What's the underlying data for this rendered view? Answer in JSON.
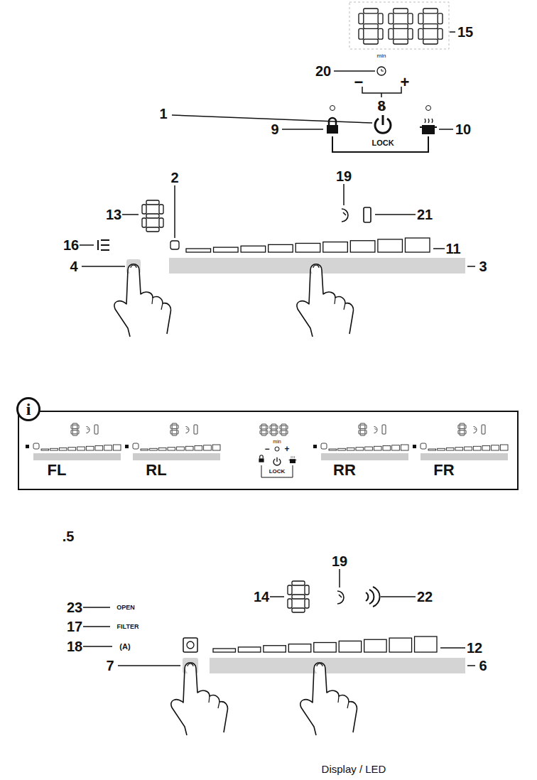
{
  "diagram": {
    "nodes": [
      {
        "text": [
          "i",
          "min",
          "−",
          "+",
          "LOCK",
          "FL",
          "RL",
          "RR",
          "FR"
        ]
      }
    ],
    "labels": [
      "15",
      "min",
      "20",
      "−",
      "+",
      "8",
      "1",
      "9",
      "LOCK",
      "10",
      "19",
      "2",
      "13",
      "21",
      "16",
      "11",
      "4",
      "3",
      ".5",
      "19",
      "14",
      "22",
      "23",
      "OPEN",
      "17",
      "FILTER",
      "18",
      "(A)",
      "12",
      "7",
      "6",
      "Display / LED"
    ]
  }
}
